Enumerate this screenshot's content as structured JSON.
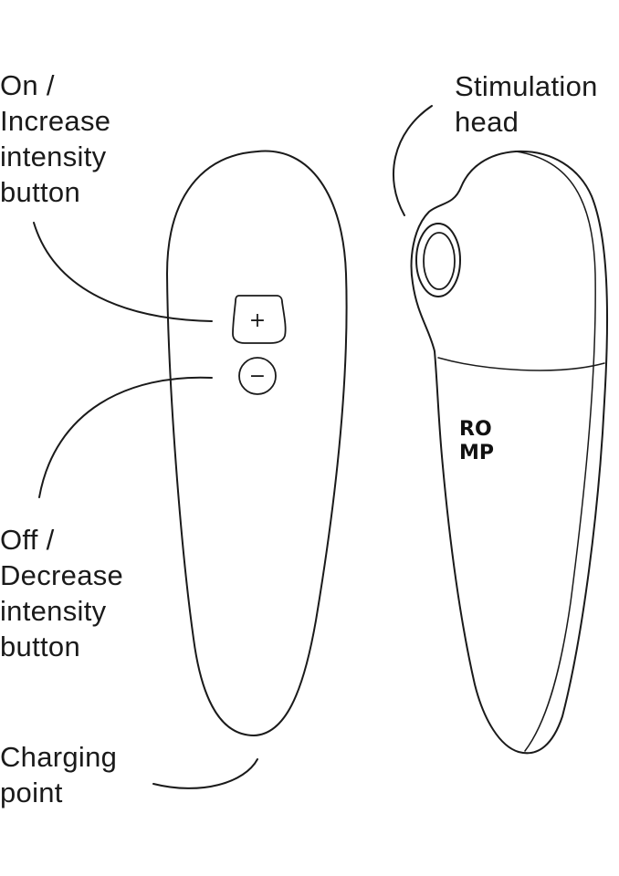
{
  "labels": {
    "on_increase": [
      "On /",
      "Increase",
      "intensity",
      "button"
    ],
    "stimulation_head": [
      "Stimulation",
      "head"
    ],
    "off_decrease": [
      "Off /",
      "Decrease",
      "intensity",
      "button"
    ],
    "charging_point": [
      "Charging",
      "point"
    ]
  },
  "buttons": {
    "plus_symbol": "+",
    "minus_symbol": "−"
  },
  "brand": {
    "line1": "RO",
    "line2": "MP"
  },
  "colors": {
    "line": "#1a1a1a",
    "background": "#ffffff"
  }
}
